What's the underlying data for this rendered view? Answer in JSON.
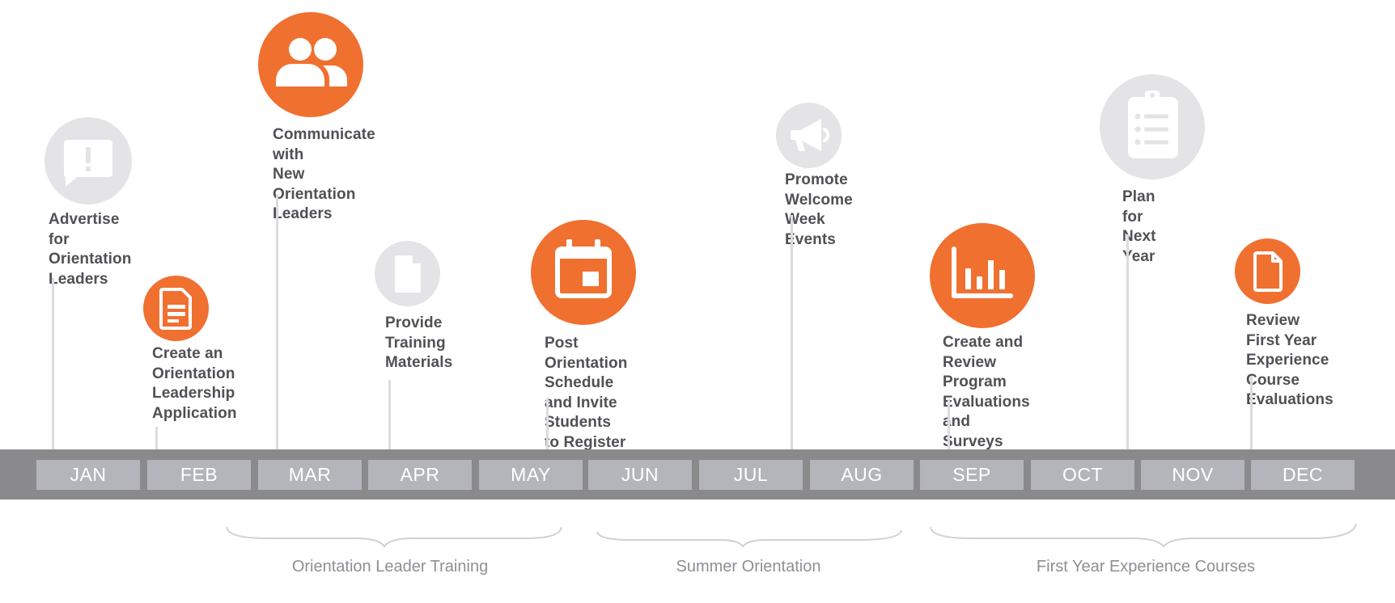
{
  "colors": {
    "accent_orange": "#f07030",
    "inactive_gray": "#e4e4e6",
    "label_text": "#505055",
    "month_band": "#8a8a8c",
    "month_box": "#b4b5bb",
    "period_text": "#8d8f93"
  },
  "milestones": [
    {
      "icon": "chat-alert-icon",
      "style": "gray",
      "label": "Advertise\nfor Orientation\nLeaders"
    },
    {
      "icon": "document-icon",
      "style": "orange",
      "label": "Create an\nOrientation\nLeadership\nApplication"
    },
    {
      "icon": "people-icon",
      "style": "orange",
      "label": "Communicate with\nNew Orientation\nLeaders"
    },
    {
      "icon": "file-icon",
      "style": "gray",
      "label": "Provide\nTraining\nMaterials"
    },
    {
      "icon": "calendar-icon",
      "style": "orange",
      "label": "Post Orientation\nSchedule and Invite\nStudents to Register"
    },
    {
      "icon": "megaphone-icon",
      "style": "gray",
      "label": "Promote Welcome\nWeek Events"
    },
    {
      "icon": "bar-chart-icon",
      "style": "orange",
      "label": "Create and Review\nProgram Evaluations\nand Surveys"
    },
    {
      "icon": "clipboard-icon",
      "style": "gray",
      "label": "Plan for\nNext Year"
    },
    {
      "icon": "file-icon",
      "style": "orange",
      "label": "Review First Year\nExperience Course\nEvaluations"
    }
  ],
  "months": [
    "JAN",
    "FEB",
    "MAR",
    "APR",
    "MAY",
    "JUN",
    "JUL",
    "AUG",
    "SEP",
    "OCT",
    "NOV",
    "DEC"
  ],
  "periods": [
    {
      "label": "Orientation Leader Training"
    },
    {
      "label": "Summer Orientation"
    },
    {
      "label": "First Year Experience Courses"
    }
  ]
}
